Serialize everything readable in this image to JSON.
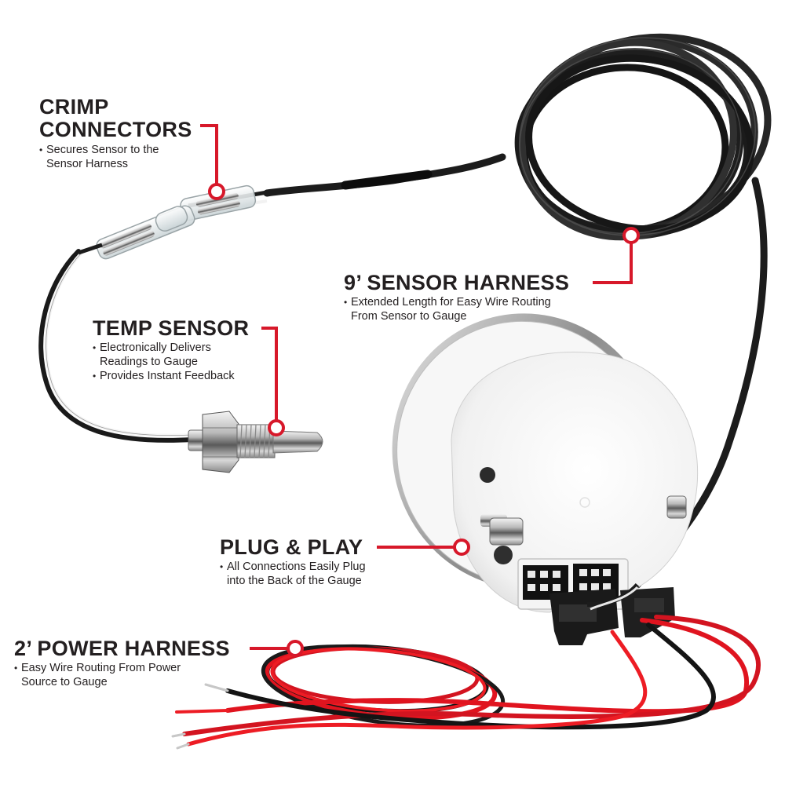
{
  "accent_color": "#d7182a",
  "callouts": {
    "crimp": {
      "title_line1": "CRIMP",
      "title_line2": "CONNECTORS",
      "bullets": [
        {
          "line1": "Secures Sensor to the",
          "line2": "Sensor Harness"
        }
      ]
    },
    "sensor_harness": {
      "title": "9’ SENSOR HARNESS",
      "bullets": [
        {
          "line1": "Extended Length for Easy Wire Routing",
          "line2": "From Sensor to Gauge"
        }
      ]
    },
    "temp_sensor": {
      "title": "TEMP SENSOR",
      "bullets": [
        {
          "line1": "Electronically Delivers",
          "line2": "Readings to Gauge"
        },
        {
          "line1": "Provides Instant Feedback",
          "line2": ""
        }
      ]
    },
    "plug_play": {
      "title": "PLUG & PLAY",
      "bullets": [
        {
          "line1": "All Connections Easily Plug",
          "line2": "into the Back of the Gauge"
        }
      ]
    },
    "power_harness": {
      "title": "2’ POWER HARNESS",
      "bullets": [
        {
          "line1": "Easy Wire Routing From Power",
          "line2": "Source to Gauge"
        }
      ]
    }
  },
  "icons": [
    "temp-sensor-probe",
    "gauge-back-housing",
    "wire-coil",
    "crimp-connector",
    "multi-pin-plug"
  ]
}
